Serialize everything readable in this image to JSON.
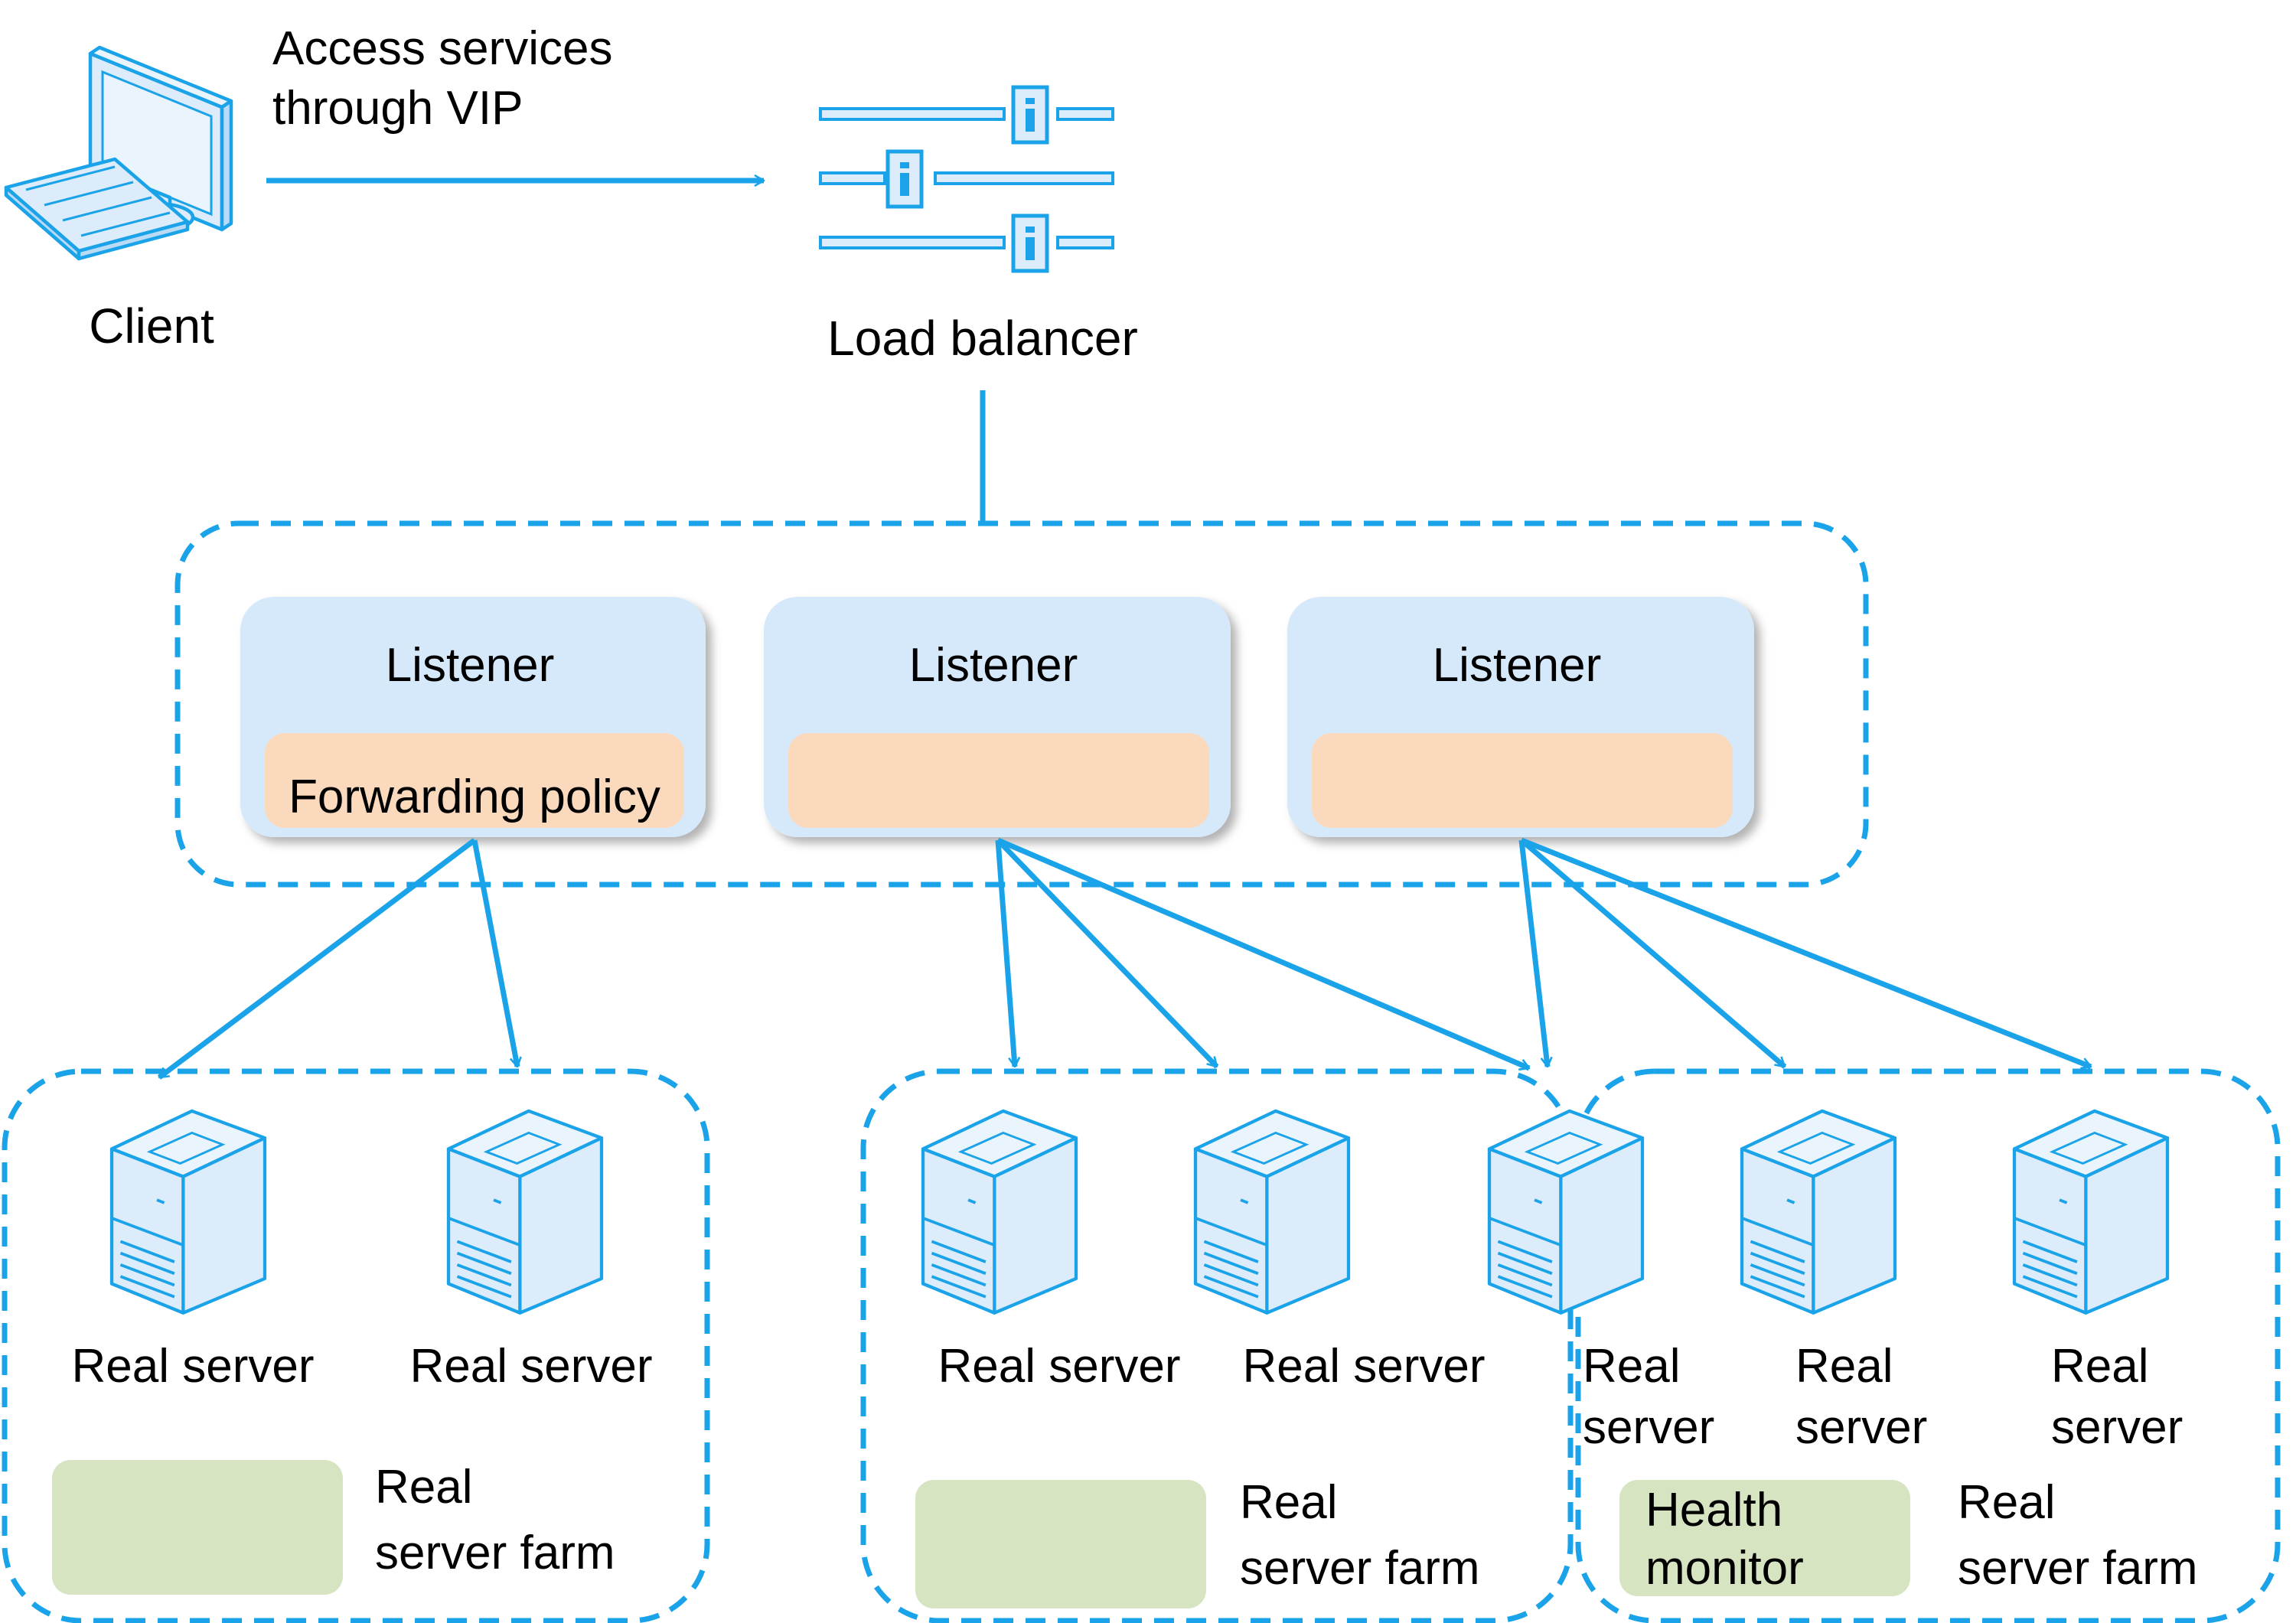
{
  "client": {
    "label": "Client",
    "icon": "desktop-computer-icon"
  },
  "access_label": {
    "line1": "Access services",
    "line2": "through VIP"
  },
  "load_balancer": {
    "label": "Load balancer",
    "icon": "load-balancer-sliders-icon"
  },
  "listeners": [
    {
      "label": "Listener",
      "policy_label": "Forwarding policy"
    },
    {
      "label": "Listener",
      "policy_label": ""
    },
    {
      "label": "Listener",
      "policy_label": ""
    }
  ],
  "farms": [
    {
      "servers": [
        {
          "label_line1": "Real server",
          "label_line2": ""
        },
        {
          "label_line1": "Real server",
          "label_line2": ""
        }
      ],
      "badge_line1": "",
      "badge_line2": "",
      "farm_line1": "Real",
      "farm_line2": "server farm"
    },
    {
      "servers": [
        {
          "label_line1": "Real server",
          "label_line2": ""
        },
        {
          "label_line1": "Real server",
          "label_line2": ""
        }
      ],
      "badge_line1": "",
      "badge_line2": "",
      "farm_line1": "Real",
      "farm_line2": "server farm"
    },
    {
      "servers": [
        {
          "label_line1": "Real",
          "label_line2": "server"
        },
        {
          "label_line1": "Real",
          "label_line2": "server"
        },
        {
          "label_line1": "Real",
          "label_line2": "server"
        }
      ],
      "badge_line1": "Health",
      "badge_line2": "monitor",
      "farm_line1": "Real",
      "farm_line2": "server farm"
    }
  ],
  "colors": {
    "accent_blue": "#1aa3e8",
    "listener_fill": "#d6e9fb",
    "policy_fill": "#fbd9bc",
    "farm_badge_fill": "#d6e4c1",
    "server_fill": "#dcecfb"
  }
}
